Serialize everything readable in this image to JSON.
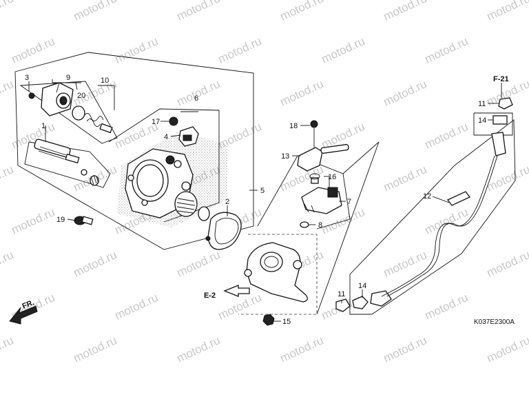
{
  "watermark": "motod.ru",
  "diagram_code": "K037E2300A",
  "direction_label": "FR.",
  "refs": {
    "e2": "E-2",
    "f21": "F-21"
  },
  "callouts": {
    "c1": "1",
    "c2": "2",
    "c3": "3",
    "c4": "4",
    "c5": "5",
    "c6": "6",
    "c7": "7",
    "c8": "8",
    "c9": "9",
    "c10": "10",
    "c11a": "11",
    "c11b": "11",
    "c12": "12",
    "c13": "13",
    "c14a": "14",
    "c14b": "14",
    "c15": "15",
    "c16": "16",
    "c17": "17",
    "c18": "18",
    "c19": "19",
    "c20": "20"
  }
}
